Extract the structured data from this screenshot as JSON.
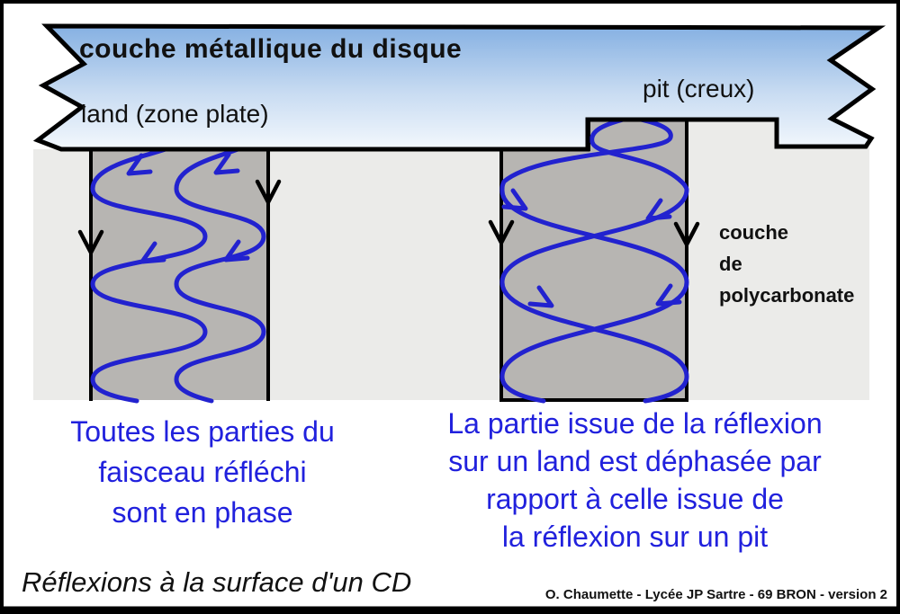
{
  "banner": {
    "title": "couche métallique du disque",
    "land_label": "land (zone plate)",
    "pit_label": "pit (creux)"
  },
  "labels": {
    "polycarbonate": "couche\nde\npolycarbonate"
  },
  "captions": {
    "left": "Toutes les parties du\nfaisceau réfléchi\nsont en phase",
    "right": "La partie issue de la réflexion\nsur un land est déphasée par\nrapport à celle issue de\nla réflexion sur un pit"
  },
  "footer": {
    "title": "Réflexions à la surface d'un CD",
    "credit": "O. Chaumette - Lycée JP Sartre - 69 BRON  - version 2"
  },
  "colors": {
    "wave_blue": "#2222cf",
    "caption_blue": "#2121dd",
    "banner_gradient_top": "#85b0e2",
    "banner_gradient_mid": "#c9dcf2",
    "banner_gradient_bottom": "#f3f8fd",
    "polycarbonate_gray": "#ebebe9",
    "beam_gray": "#b7b5b2",
    "line_black": "#000000"
  }
}
